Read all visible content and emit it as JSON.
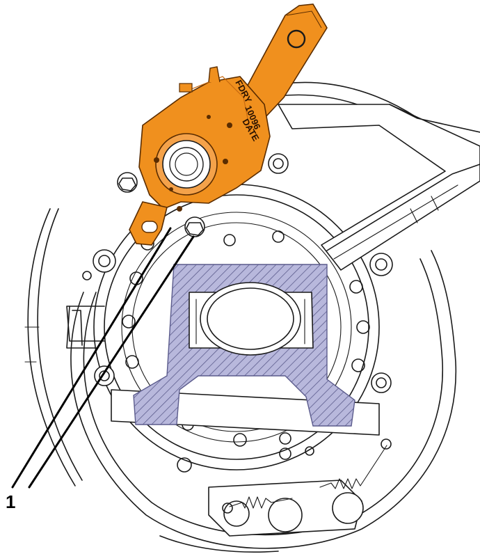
{
  "colors": {
    "adjuster_orange": "#f0901e",
    "adjuster_orange_dark": "#c86a10",
    "hatch_fill": "#b8b8dc",
    "hatch_line": "#5b5b8c",
    "line": "#1a1a1a",
    "background": "#ffffff"
  },
  "callout": {
    "label": "1"
  },
  "adjuster": {
    "stamp_line_1": "FDRY",
    "stamp_line_2": "10096",
    "stamp_line_3": "DATE"
  },
  "icons": [
    "slack-adjuster",
    "brake-drum-backing-plate",
    "axle-section-hatch",
    "mounting-bolt"
  ]
}
